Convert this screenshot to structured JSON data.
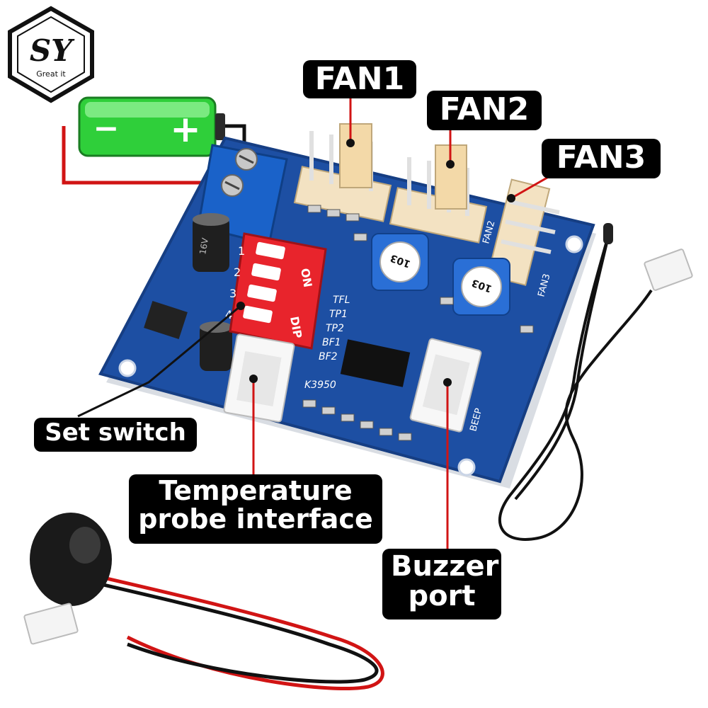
{
  "brand": {
    "logo_letters": "SY",
    "tagline": "Great it"
  },
  "board": {
    "silkscreen": {
      "dip_label": "DIP",
      "on_label": "ON",
      "dip_numbers": [
        "1",
        "2",
        "3",
        "4"
      ],
      "pins_left": [
        "TFL",
        "TP1",
        "TP2",
        "BF1",
        "BF2"
      ],
      "chip_label": "K3950",
      "fan2_silk": "FAN2",
      "fan3_silk": "FAN3",
      "beep_silk": "BEEP",
      "pot_label": "103",
      "cap_label": "16V"
    },
    "battery": {
      "minus": "−",
      "plus": "+"
    }
  },
  "callouts": {
    "fan1": "FAN1",
    "fan2": "FAN2",
    "fan3": "FAN3",
    "set_switch": "Set switch",
    "temp_probe_line1": "Temperature",
    "temp_probe_line2": "probe interface",
    "buzzer_line1": "Buzzer",
    "buzzer_line2": "port"
  },
  "colors": {
    "board_blue": "#1d4fa3",
    "callout_line": "#d11414",
    "dip_red": "#e8242c",
    "battery_green": "#2fcf3a"
  }
}
